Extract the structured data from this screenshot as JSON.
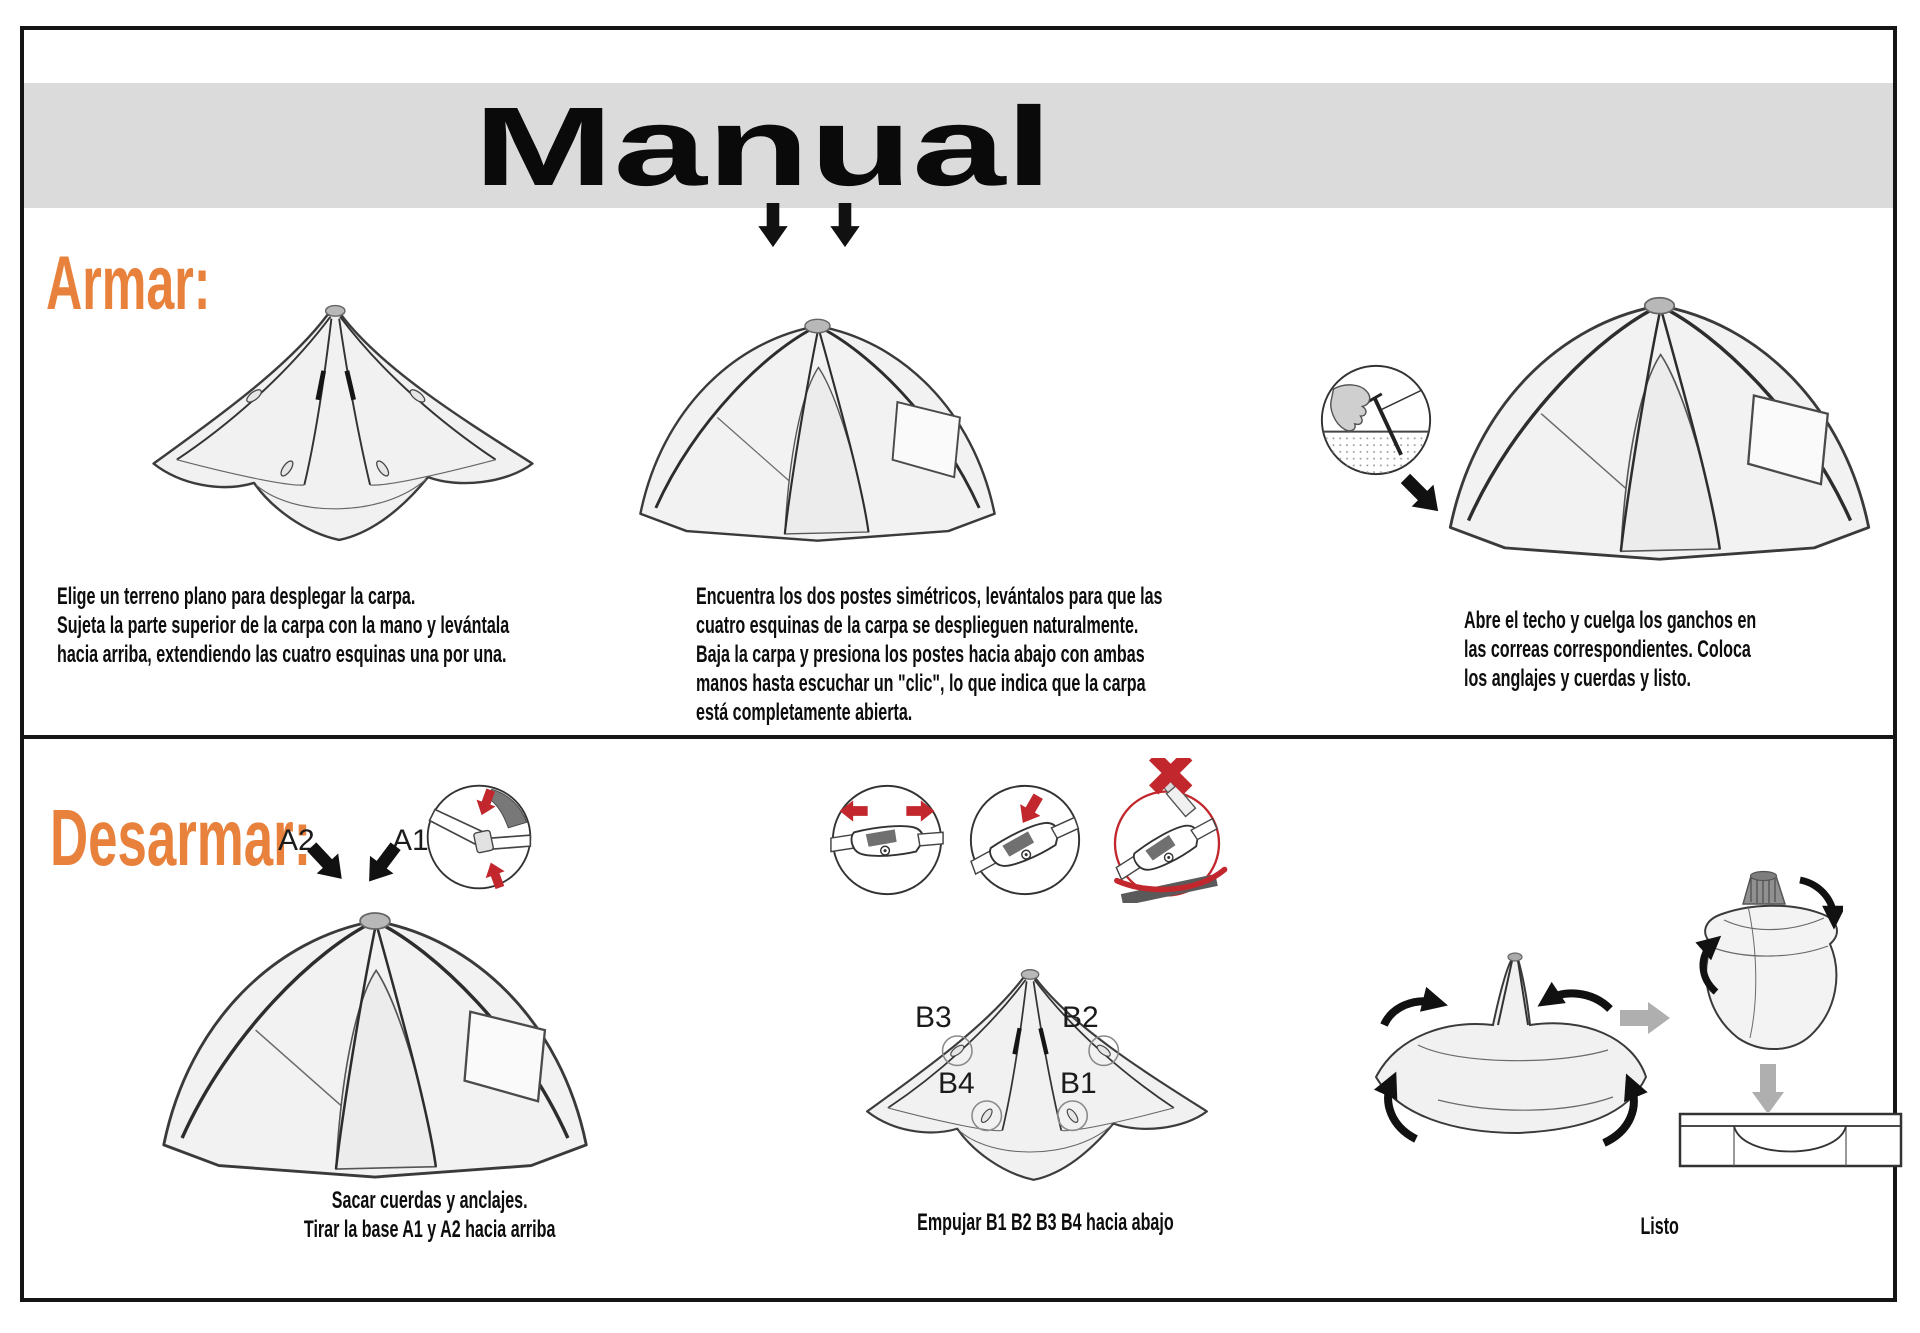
{
  "page_title": "Manual",
  "armar": {
    "heading": "Armar:",
    "step1_text": "Elige un terreno plano para desplegar la carpa.\nSujeta la parte superior de la carpa con la mano y levántala\nhacia arriba, extendiendo las cuatro esquinas una por una.",
    "step2_text": "Encuentra los dos postes simétricos, levántalos para que las\ncuatro esquinas de la carpa se desplieguen naturalmente.\nBaja la carpa y presiona los postes hacia abajo con ambas\nmanos hasta escuchar un \"clic\", lo que indica que la carpa\nestá completamente abierta.",
    "step3_text": "Abre el techo y cuelga los ganchos en\nlas correas correspondientes. Coloca\nlos anglajes y cuerdas y listo."
  },
  "desarmar": {
    "heading": "Desarmar:",
    "pole_labels": {
      "a2": "A2",
      "a1": "A1",
      "b3": "B3",
      "b2": "B2",
      "b4": "B4",
      "b1": "B1"
    },
    "step1_caption": "Sacar cuerdas y anclajes.\nTirar la base A1 y A2 hacia arriba",
    "step2_caption": "Empujar B1 B2 B3 B4 hacia abajo",
    "step3_caption": "Listo"
  },
  "colors": {
    "accent_orange": "#E8813B",
    "banner_gray": "#DBDBDB",
    "warning_red": "#C1272D",
    "text_black": "#0D0D0D"
  }
}
